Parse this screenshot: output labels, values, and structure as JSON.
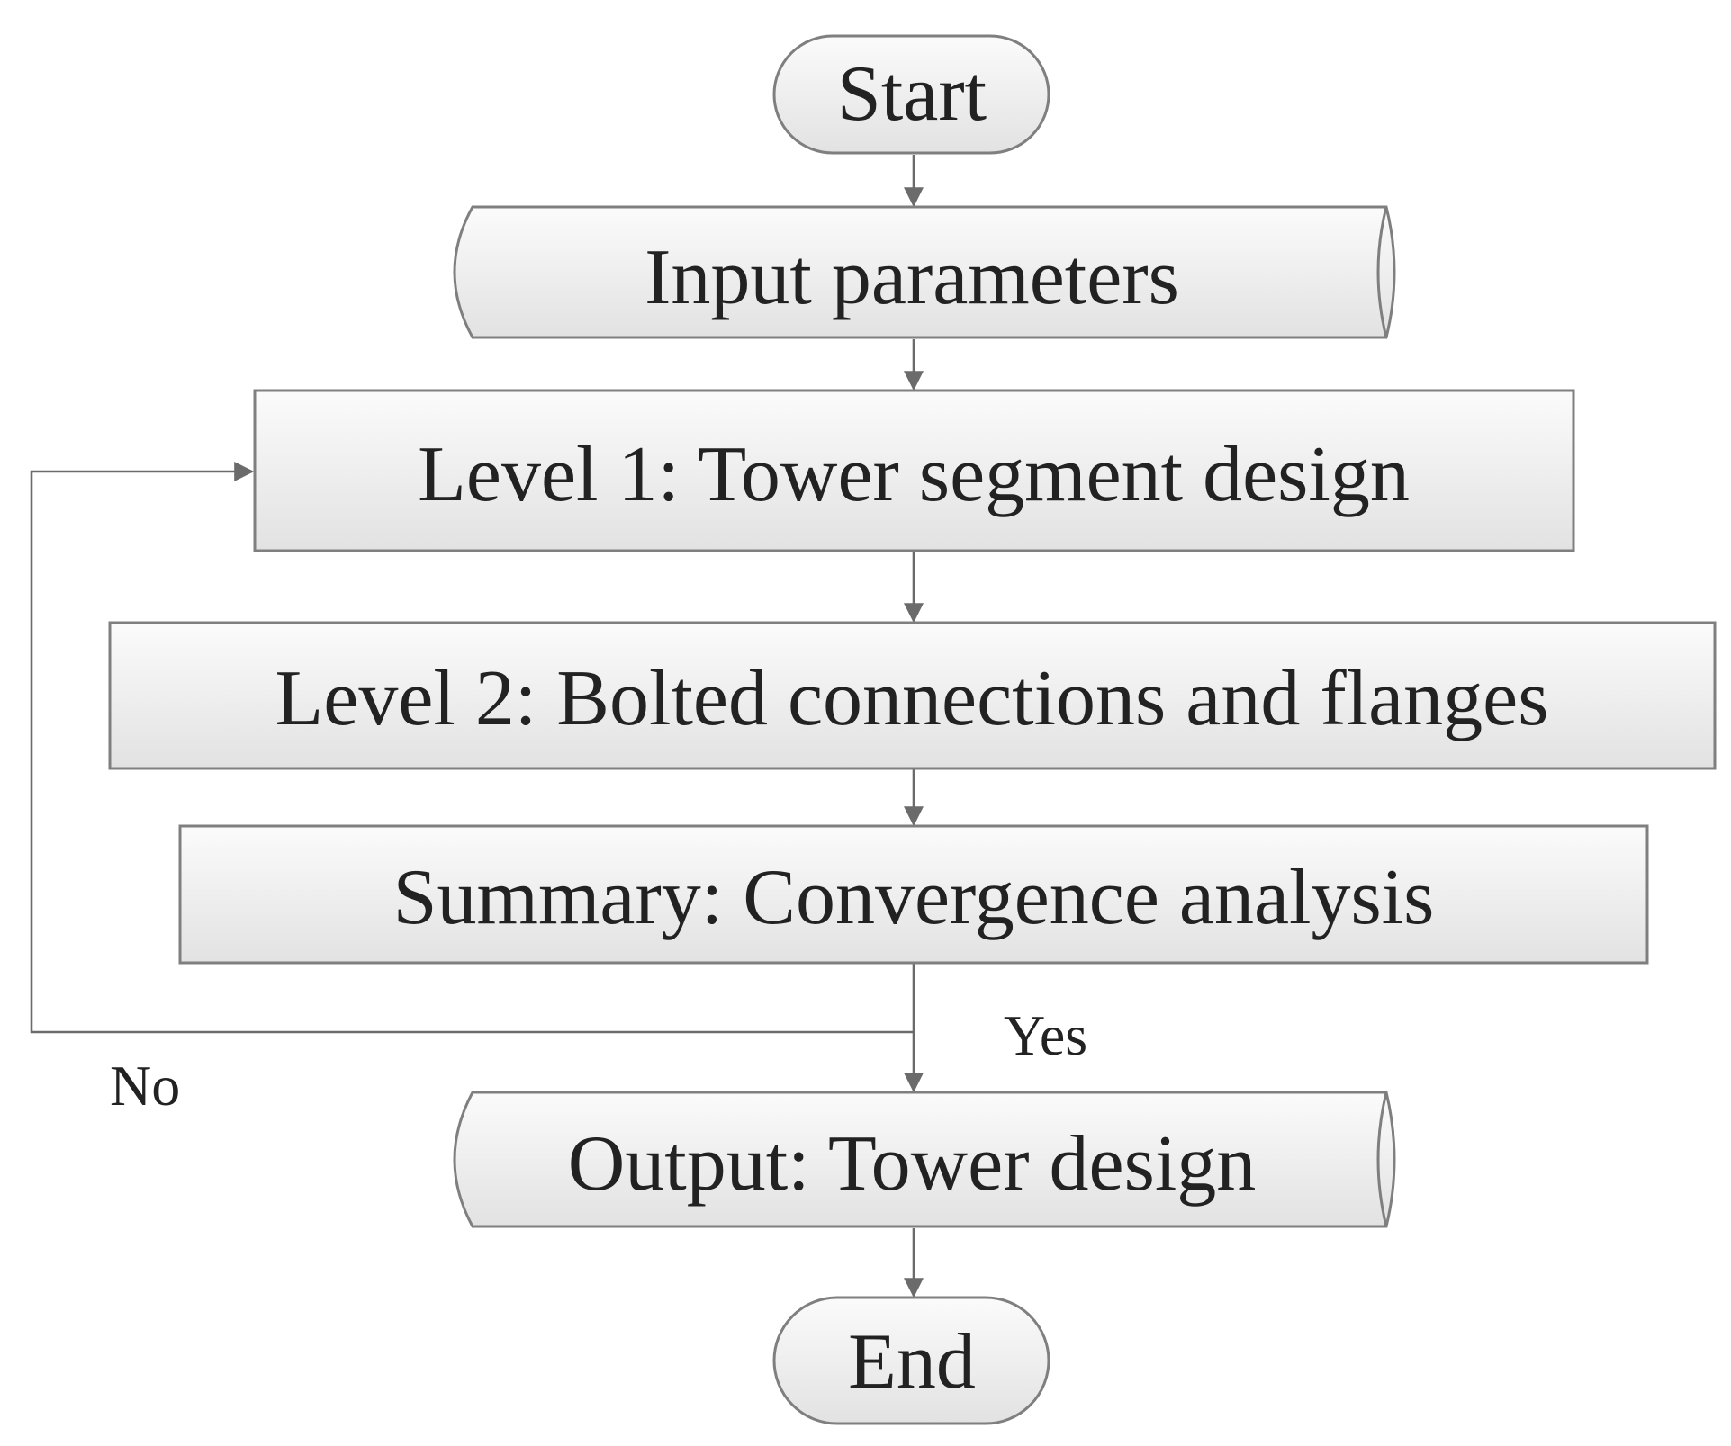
{
  "diagram": {
    "nodes": {
      "start": "Start",
      "input": "Input parameters",
      "level1": "Level 1: Tower segment design",
      "level2": "Level 2: Bolted connections and flanges",
      "summary": "Summary: Convergence analysis",
      "output": "Output: Tower design",
      "end": "End"
    },
    "edges": {
      "yes": "Yes",
      "no": "No"
    },
    "colors": {
      "fill_light": "#fbfbfb",
      "fill_dark": "#e2e2e2",
      "stroke": "#7f7f7f",
      "line": "#6b6b6b",
      "text": "#222222"
    }
  }
}
